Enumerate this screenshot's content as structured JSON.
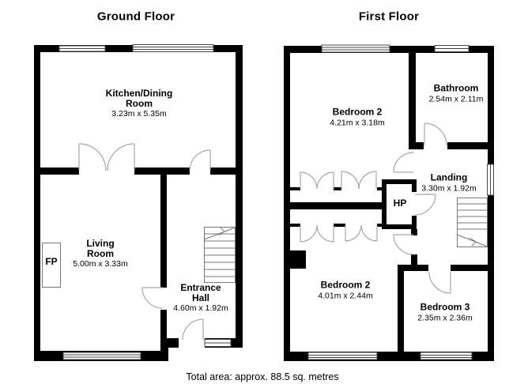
{
  "ground_floor": {
    "title": "Ground Floor",
    "rooms": {
      "kitchen": {
        "name": "Kitchen/Dining Room",
        "dims": "3.23m x 5.35m"
      },
      "living": {
        "name": "Living Room",
        "dims": "5.00m x 3.33m"
      },
      "hall": {
        "name": "Entrance Hall",
        "dims": "4.60m x 1.92m"
      },
      "fireplace": {
        "label": "FP"
      }
    }
  },
  "first_floor": {
    "title": "First Floor",
    "rooms": {
      "bedroom2_top": {
        "name": "Bedroom 2",
        "dims": "4.21m x 3.18m"
      },
      "bathroom": {
        "name": "Bathroom",
        "dims": "2.54m x 2.11m"
      },
      "landing": {
        "name": "Landing",
        "dims": "3.30m x 1.92m"
      },
      "hot_press": {
        "label": "HP"
      },
      "bedroom2_bottom": {
        "name": "Bedroom 2",
        "dims": "4.01m x 2.44m"
      },
      "bedroom3": {
        "name": "Bedroom 3",
        "dims": "2.35m x 2.36m"
      }
    }
  },
  "footer": {
    "total_area": "Total area: approx. 88.5 sq. metres"
  },
  "colors": {
    "wall": "#000000",
    "door_arc": "#a6a6a6",
    "outline": "#555555",
    "background": "#ffffff"
  }
}
